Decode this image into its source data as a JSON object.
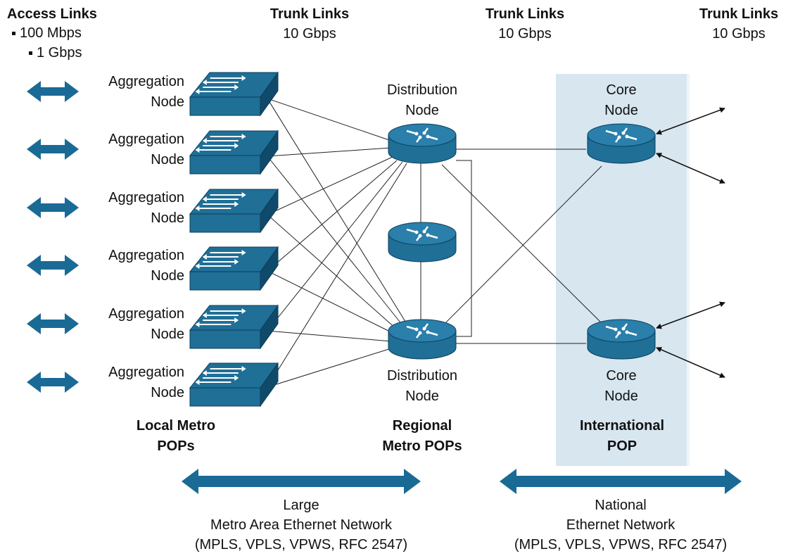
{
  "headers": {
    "access": {
      "title": "Access Links",
      "bullets": [
        "100 Mbps",
        "1 Gbps"
      ]
    },
    "trunk": [
      {
        "title": "Trunk Links",
        "speed": "10 Gbps"
      },
      {
        "title": "Trunk Links",
        "speed": "10 Gbps"
      },
      {
        "title": "Trunk Links",
        "speed": "10 Gbps"
      }
    ]
  },
  "aggregation_nodes": [
    {
      "line1": "Aggregation",
      "line2": "Node"
    },
    {
      "line1": "Aggregation",
      "line2": "Node"
    },
    {
      "line1": "Aggregation",
      "line2": "Node"
    },
    {
      "line1": "Aggregation",
      "line2": "Node"
    },
    {
      "line1": "Aggregation",
      "line2": "Node"
    },
    {
      "line1": "Aggregation",
      "line2": "Node"
    }
  ],
  "distribution_nodes": {
    "top": {
      "line1": "Distribution",
      "line2": "Node"
    },
    "bottom": {
      "line1": "Distribution",
      "line2": "Node"
    }
  },
  "core_nodes": {
    "top": {
      "line1": "Core",
      "line2": "Node"
    },
    "bottom": {
      "line1": "Core",
      "line2": "Node"
    }
  },
  "zones": {
    "local": {
      "line1": "Local Metro",
      "line2": "POPs"
    },
    "regional": {
      "line1": "Regional",
      "line2": "Metro POPs"
    },
    "international": {
      "line1": "International",
      "line2": "POP"
    }
  },
  "networks": {
    "metro": {
      "line1": "Large",
      "line2": "Metro Area Ethernet Network",
      "line3": "(MPLS, VPLS, VPWS, RFC 2547)"
    },
    "national": {
      "line1": "National",
      "line2": "Ethernet Network",
      "line3": "(MPLS, VPLS, VPWS, RFC 2547)"
    }
  },
  "colors": {
    "device_blue": "#1f6f97",
    "device_dark": "#0f4a6a",
    "arrow_blue": "#1a6a96",
    "pop_panel": "#d7e6ef",
    "line": "#222222"
  }
}
